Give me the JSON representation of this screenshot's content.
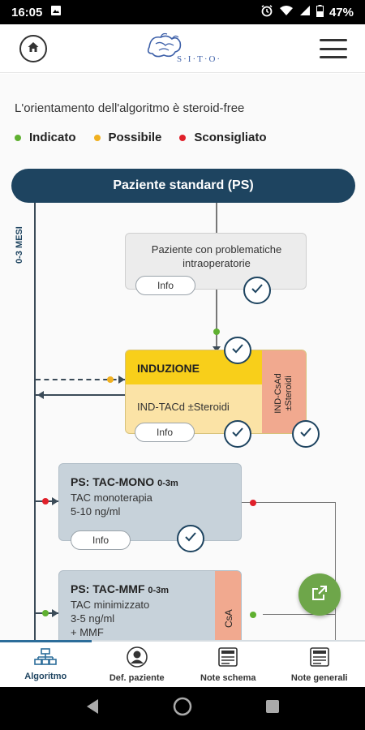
{
  "status_bar": {
    "time": "16:05",
    "battery": "47%"
  },
  "header": {
    "logo_text": "S·I·T·O·"
  },
  "subtitle": "L'orientamento dell'algoritmo è steroid-free",
  "legend": [
    {
      "label": "Indicato",
      "color": "#5fb030"
    },
    {
      "label": "Possibile",
      "color": "#f0b020"
    },
    {
      "label": "Sconsigliato",
      "color": "#e0202a"
    }
  ],
  "flow": {
    "ps_header": "Paziente standard (PS)",
    "side_label": "0-3 MESI",
    "complication_card": {
      "text": "Paziente con problematiche intraoperatorie",
      "info": "Info"
    },
    "induction_card": {
      "title": "INDUZIONE",
      "subtitle": "IND-TACd ±Steroidi",
      "side": "IND-CsAd ±Steroidi",
      "info": "Info"
    },
    "tac_mono_card": {
      "title": "PS: TAC-MONO",
      "period": "0-3m",
      "line1": "TAC monoterapia",
      "line2": "5-10 ng/ml",
      "info": "Info"
    },
    "tac_mmf_card": {
      "title": "PS: TAC-MMF",
      "period": "0-3m",
      "line1": "TAC minimizzato",
      "line2": "3-5 ng/ml",
      "line3": "+ MMF",
      "side": "CsA"
    }
  },
  "bottom_nav": [
    {
      "label": "Algoritmo",
      "icon": "flowchart-icon"
    },
    {
      "label": "Def. paziente",
      "icon": "person-icon"
    },
    {
      "label": "Note schema",
      "icon": "notes-icon"
    },
    {
      "label": "Note generali",
      "icon": "notes-general-icon"
    }
  ]
}
